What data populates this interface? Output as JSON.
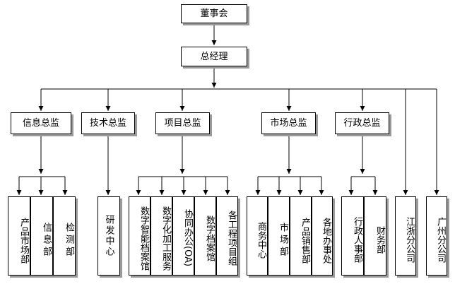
{
  "nodes": {
    "board": "董事会",
    "gm": "总经理",
    "info_director": "信息总监",
    "tech_director": "技术总监",
    "project_director": "项目总监",
    "market_director": "市场总监",
    "admin_director": "行政总监",
    "product_market_dept": "产品市场部",
    "info_dept": "信息部",
    "inspection_dept": "检测部",
    "rd_center": "研发中心",
    "digital_archive_smart": "数字智能档案馆",
    "digital_processing": "数字化加工服务",
    "collab_office": "协同办公(OA)",
    "digital_archive": "数字档案馆",
    "engineering_groups": "各工程项目组",
    "business_center": "商务中心",
    "market_dept": "市场部",
    "product_sales_dept": "产品销售部",
    "regional_offices": "各地办事处",
    "hr_dept": "行政人事部",
    "finance_dept": "财务部",
    "jiangzhe_branch": "江浙分公司",
    "guangzhou_branch": "广州分公司"
  }
}
